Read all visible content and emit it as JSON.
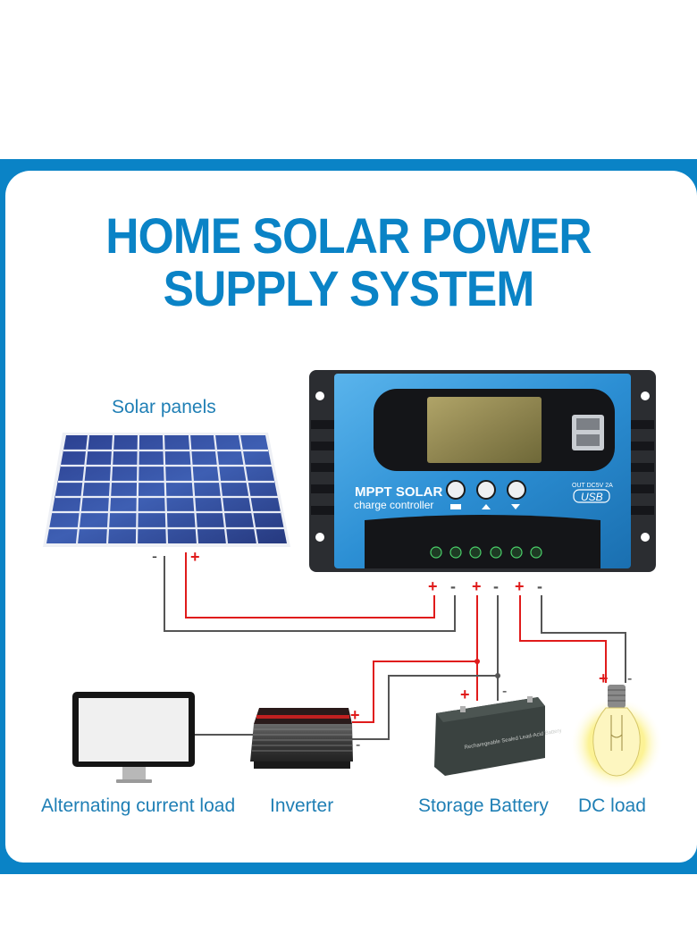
{
  "title": {
    "line1": "HOME SOLAR POWER",
    "line2": "SUPPLY SYSTEM"
  },
  "colors": {
    "frame_blue": "#0a83c6",
    "label_blue": "#1f7fb5",
    "wire_positive": "#e01b1b",
    "wire_negative": "#555555"
  },
  "components": {
    "solar_panels": {
      "label": "Solar panels",
      "minus": "-",
      "plus": "+"
    },
    "controller": {
      "brand_line1": "MPPT SOLAR",
      "brand_line2": "charge controller",
      "usb_spec": "OUT DC5V 2A",
      "usb_label": "USB",
      "buttons": [
        "menu",
        "up",
        "down"
      ],
      "terminals": [
        "+",
        "-",
        "+",
        "-",
        "+",
        "-"
      ]
    },
    "ac_load": {
      "label": "Alternating current load"
    },
    "inverter": {
      "label": "Inverter",
      "plus": "+",
      "minus": "-"
    },
    "battery": {
      "label": "Storage Battery",
      "plus": "+",
      "minus": "-"
    },
    "dc_load": {
      "label": "DC load",
      "plus": "+",
      "minus": "-"
    }
  }
}
